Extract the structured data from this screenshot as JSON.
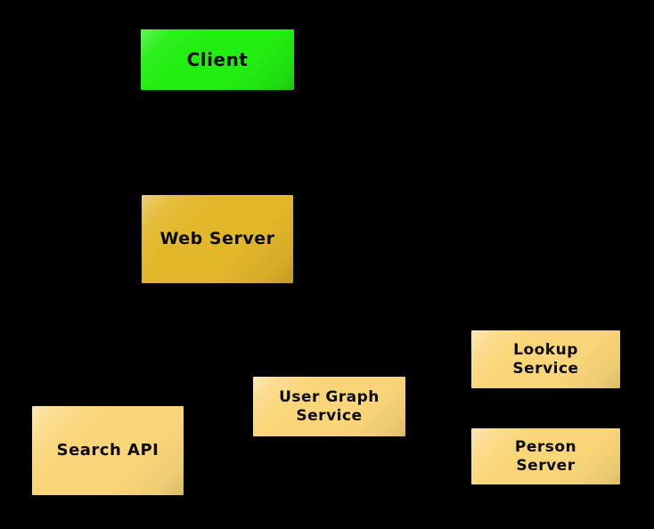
{
  "diagram": {
    "background_color": "#000000",
    "text_color": "#0a0a0a",
    "nodes": [
      {
        "id": "client",
        "label": "Client",
        "color": "#22ee11",
        "color_name": "green"
      },
      {
        "id": "web-server",
        "label": "Web Server",
        "color": "#e3b72a",
        "color_name": "gold"
      },
      {
        "id": "search-api",
        "label": "Search API",
        "color": "#fad679",
        "color_name": "sand"
      },
      {
        "id": "user-graph-service",
        "label": "User Graph\nService",
        "color": "#fad679",
        "color_name": "sand"
      },
      {
        "id": "lookup-service",
        "label": "Lookup\nService",
        "color": "#fad679",
        "color_name": "sand"
      },
      {
        "id": "person-server",
        "label": "Person\nServer",
        "color": "#fad679",
        "color_name": "sand"
      }
    ]
  }
}
